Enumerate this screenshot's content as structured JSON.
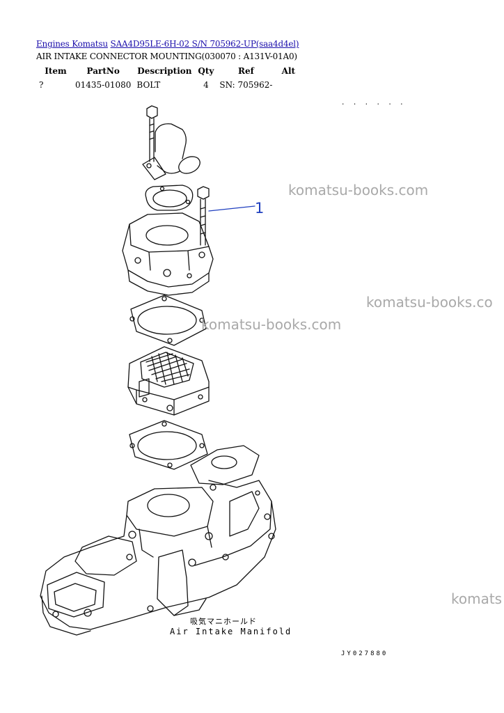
{
  "breadcrumb": {
    "link1": "Engines Komatsu",
    "link2": "SAA4D95LE-6H-02 S/N 705962-UP(saa4d4el)"
  },
  "subtitle": "AIR INTAKE CONNECTOR MOUNTING(030070 : A131V-01A0)",
  "table": {
    "headers": [
      "Item",
      "PartNo",
      "Description",
      "Qty",
      "Ref",
      "Alt"
    ],
    "rows": [
      [
        "?",
        "01435-01080",
        "BOLT",
        "4",
        "SN: 705962-",
        ""
      ]
    ]
  },
  "watermark": {
    "w1": "komatsu-books.com",
    "w2": "komatsu-books.co",
    "w3": "komatsu-books.com",
    "w4": "komats"
  },
  "diagram": {
    "callout": "1",
    "caption_jp": "吸気マニホールド",
    "caption_en": "Air Intake Manifold",
    "drawing_code": "JY027880",
    "top_marks": ". . . . . ."
  }
}
